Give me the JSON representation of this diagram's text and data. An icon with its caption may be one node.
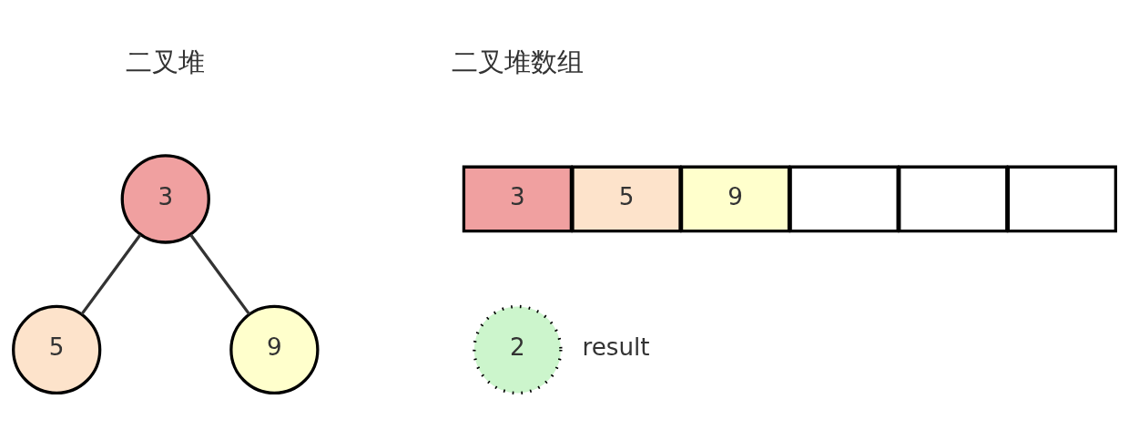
{
  "diagram": {
    "nodes": [
      {
        "text": [
          "3"
        ]
      },
      {
        "text": [
          "5"
        ]
      },
      {
        "text": [
          "9"
        ]
      },
      {
        "text": [
          "3"
        ]
      },
      {
        "text": [
          "5"
        ]
      },
      {
        "text": [
          "9"
        ]
      },
      {
        "text": [],
        "shape": "box"
      },
      {
        "text": [],
        "shape": "box"
      },
      {
        "text": [],
        "shape": "box"
      },
      {
        "text": [
          "2"
        ],
        "beside": [
          "result"
        ]
      }
    ],
    "edges": [
      {
        "from": 0,
        "to": 1,
        "arrow": "none"
      },
      {
        "from": 0,
        "to": 2,
        "arrow": "none"
      }
    ],
    "labels": [
      "二叉堆",
      "二叉堆数组"
    ]
  }
}
